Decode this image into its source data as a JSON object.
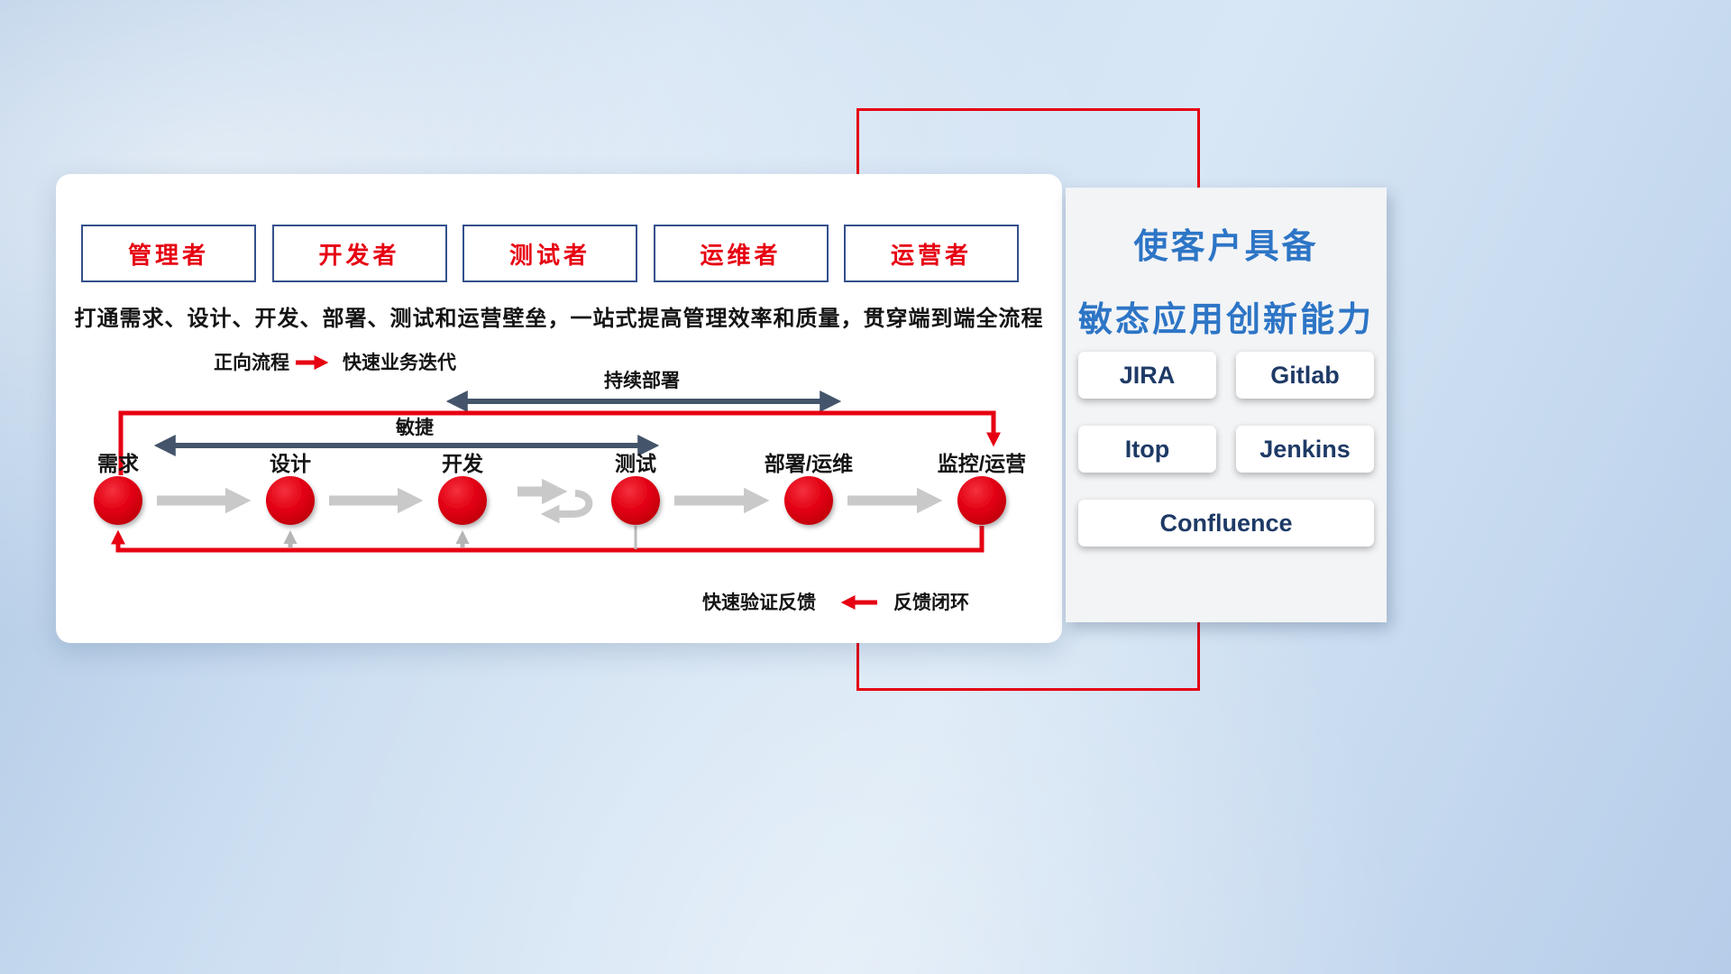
{
  "panel": {
    "roles": [
      "管理者",
      "开发者",
      "测试者",
      "运维者",
      "运营者"
    ],
    "description": "打通需求、设计、开发、部署、测试和运营壁垒，一站式提高管理效率和质量，贯穿端到端全流程",
    "legend_forward": {
      "label": "正向流程",
      "desc": "快速业务迭代"
    },
    "legend_feedback": {
      "desc": "快速验证反馈",
      "label": "反馈闭环"
    },
    "flow": {
      "agile_label": "敏捷",
      "cd_label": "持续部署",
      "stages": [
        "需求",
        "设计",
        "开发",
        "测试",
        "部署/运维",
        "监控/运营"
      ]
    }
  },
  "right_panel": {
    "title_line1": "使客户具备",
    "title_line2": "敏态应用创新能力",
    "tools": [
      "JIRA",
      "Gitlab",
      "Itop",
      "Jenkins",
      "Confluence"
    ]
  },
  "colors": {
    "accent_red": "#e60012",
    "role_box_border": "#34508c",
    "title_blue": "#2d75c6",
    "tool_text_navy": "#1e3a66",
    "slate_arrow": "#44546a",
    "flow_arrow_gray": "#c9c9c9"
  }
}
